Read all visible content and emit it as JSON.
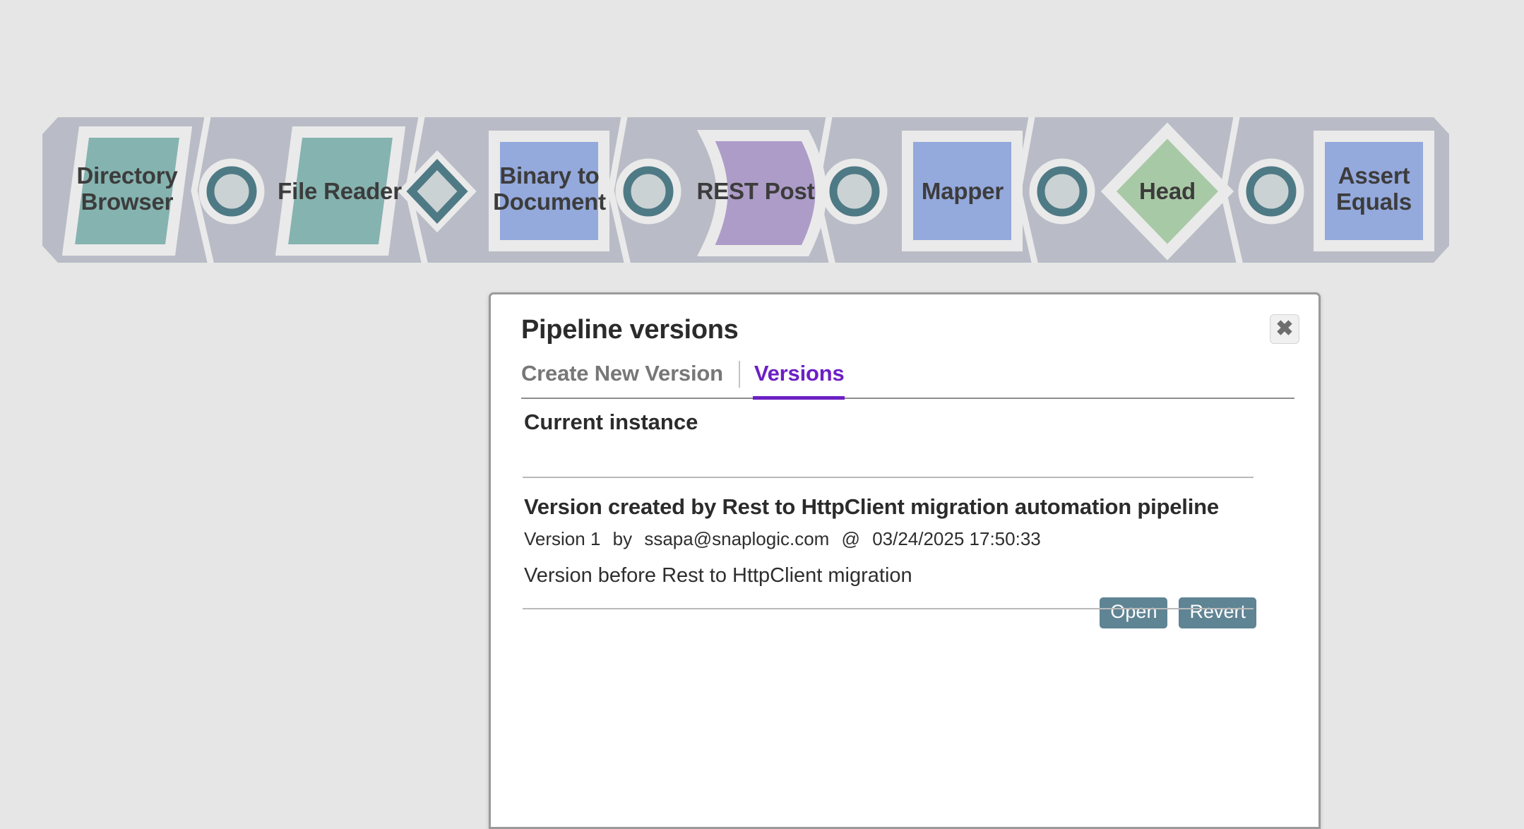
{
  "pipeline": {
    "name": "pipeline-canvas",
    "colors": {
      "band": "#b9bcc6",
      "teal": "#85b3b0",
      "blue": "#94a9dc",
      "purple": "#ad9cc8",
      "green": "#a8c9a5",
      "connector_ring": "#4e7a85",
      "connector_fill": "#cbd2d4",
      "outline": "#eaeaea",
      "label": "#3c3c3c"
    },
    "snaps": [
      {
        "label": "Directory\nBrowser",
        "shape": "parallelogram",
        "color": "teal"
      },
      {
        "label": "File Reader",
        "shape": "parallelogram",
        "color": "teal"
      },
      {
        "label": "Binary to\nDocument",
        "shape": "square",
        "color": "blue"
      },
      {
        "label": "REST Post",
        "shape": "wave",
        "color": "purple"
      },
      {
        "label": "Mapper",
        "shape": "square",
        "color": "blue"
      },
      {
        "label": "Head",
        "shape": "diamond",
        "color": "green"
      },
      {
        "label": "Assert\nEquals",
        "shape": "square",
        "color": "blue"
      }
    ],
    "connectors": [
      {
        "type": "circle"
      },
      {
        "type": "diamond"
      },
      {
        "type": "circle"
      },
      {
        "type": "circle"
      },
      {
        "type": "circle"
      },
      {
        "type": "circle"
      }
    ]
  },
  "dialog": {
    "title": "Pipeline versions",
    "close_icon": "✖",
    "close_label": "Close",
    "tabs": [
      {
        "label": "Create New Version",
        "active": false
      },
      {
        "label": "Versions",
        "active": true
      }
    ],
    "accent_color": "#6c1fc4",
    "current_instance": {
      "heading": "Current instance"
    },
    "versions": [
      {
        "title": "Version created by Rest to HttpClient migration automation pipeline",
        "version_label": "Version 1",
        "by_label": "by",
        "author": "ssapa@snaplogic.com",
        "at_symbol": "@",
        "timestamp": "03/24/2025 17:50:33",
        "note": "Version before Rest to HttpClient migration",
        "open_label": "Open",
        "revert_label": "Revert"
      }
    ]
  }
}
